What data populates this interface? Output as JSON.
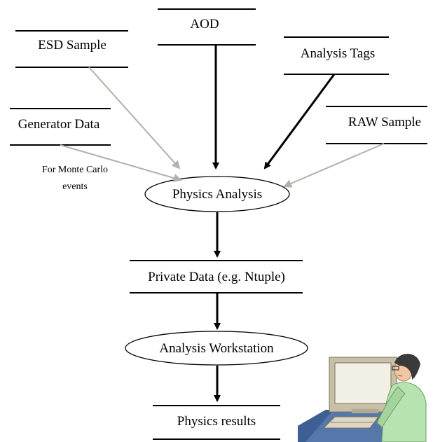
{
  "diagram": {
    "stores": {
      "aod": "AOD",
      "esd": "ESD Sample",
      "tags": "Analysis Tags",
      "gen": "Generator Data",
      "raw": "RAW Sample",
      "private": "Private Data (e.g. Ntuple)",
      "results": "Physics results"
    },
    "processes": {
      "physics": "Physics Analysis",
      "workstation": "Analysis Workstation"
    },
    "annotation": {
      "line1": "For Monte Carlo",
      "line2": "events"
    }
  },
  "colors": {
    "primary_flow": "#000000",
    "secondary_flow": "#b3b0a8",
    "computer_monitor": "#c7bfa6",
    "computer_screen": "#f2f0e4",
    "person_shirt": "#b7e3b0",
    "person_skin": "#f1c7a2",
    "person_hair": "#3a3a3a",
    "desk_blue": "#5577aa"
  },
  "icons": {
    "user_clipart": "person-at-computer-icon"
  }
}
